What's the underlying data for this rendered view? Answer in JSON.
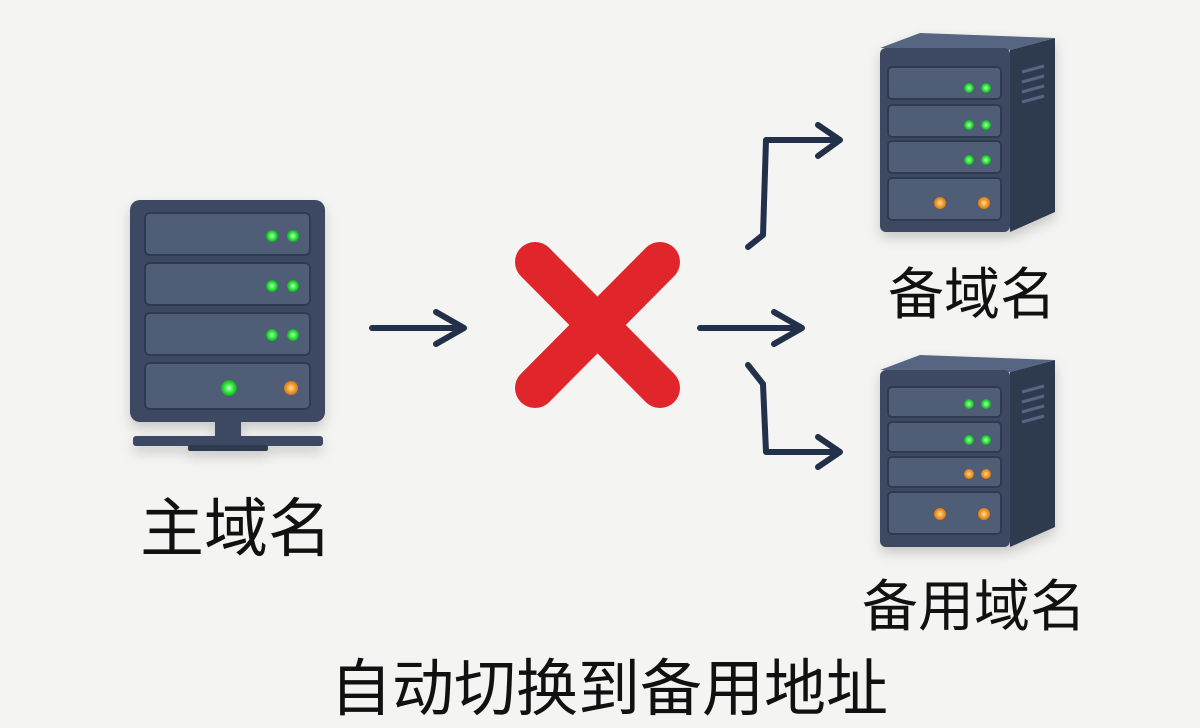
{
  "labels": {
    "primary": "主域名",
    "backup_1": "备域名",
    "backup_2": "备用域名",
    "caption": "自动切换到备用地址"
  },
  "colors": {
    "background": "#f4f4f3",
    "server_body": "#3d4a62",
    "server_slot": "#4f5d76",
    "led_green": "#2ee63d",
    "led_orange": "#f39a2a",
    "arrow": "#23304a",
    "cross": "#e0262b"
  },
  "icons": {
    "primary_server": "server-tower-icon",
    "failure": "red-cross-icon",
    "backup_server": "server-cabinet-icon",
    "arrow": "arrow-right-icon"
  }
}
